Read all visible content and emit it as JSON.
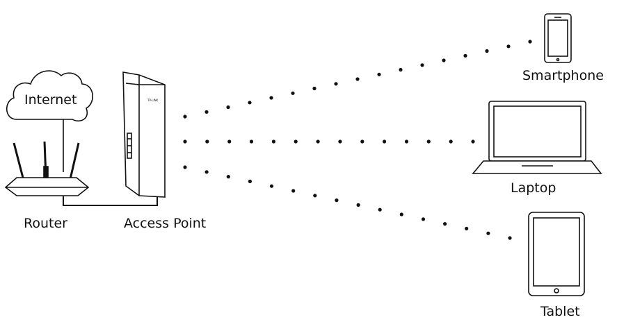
{
  "labels": {
    "internet": "Internet",
    "router": "Router",
    "access_point": "Access Point",
    "smartphone": "Smartphone",
    "laptop": "Laptop",
    "tablet": "Tablet"
  },
  "device_brand": "TP-LINK",
  "icons": [
    "cloud-icon",
    "router-icon",
    "access-point-icon",
    "smartphone-icon",
    "laptop-icon",
    "tablet-icon"
  ],
  "colors": {
    "line": "#111111",
    "background": "#ffffff"
  }
}
